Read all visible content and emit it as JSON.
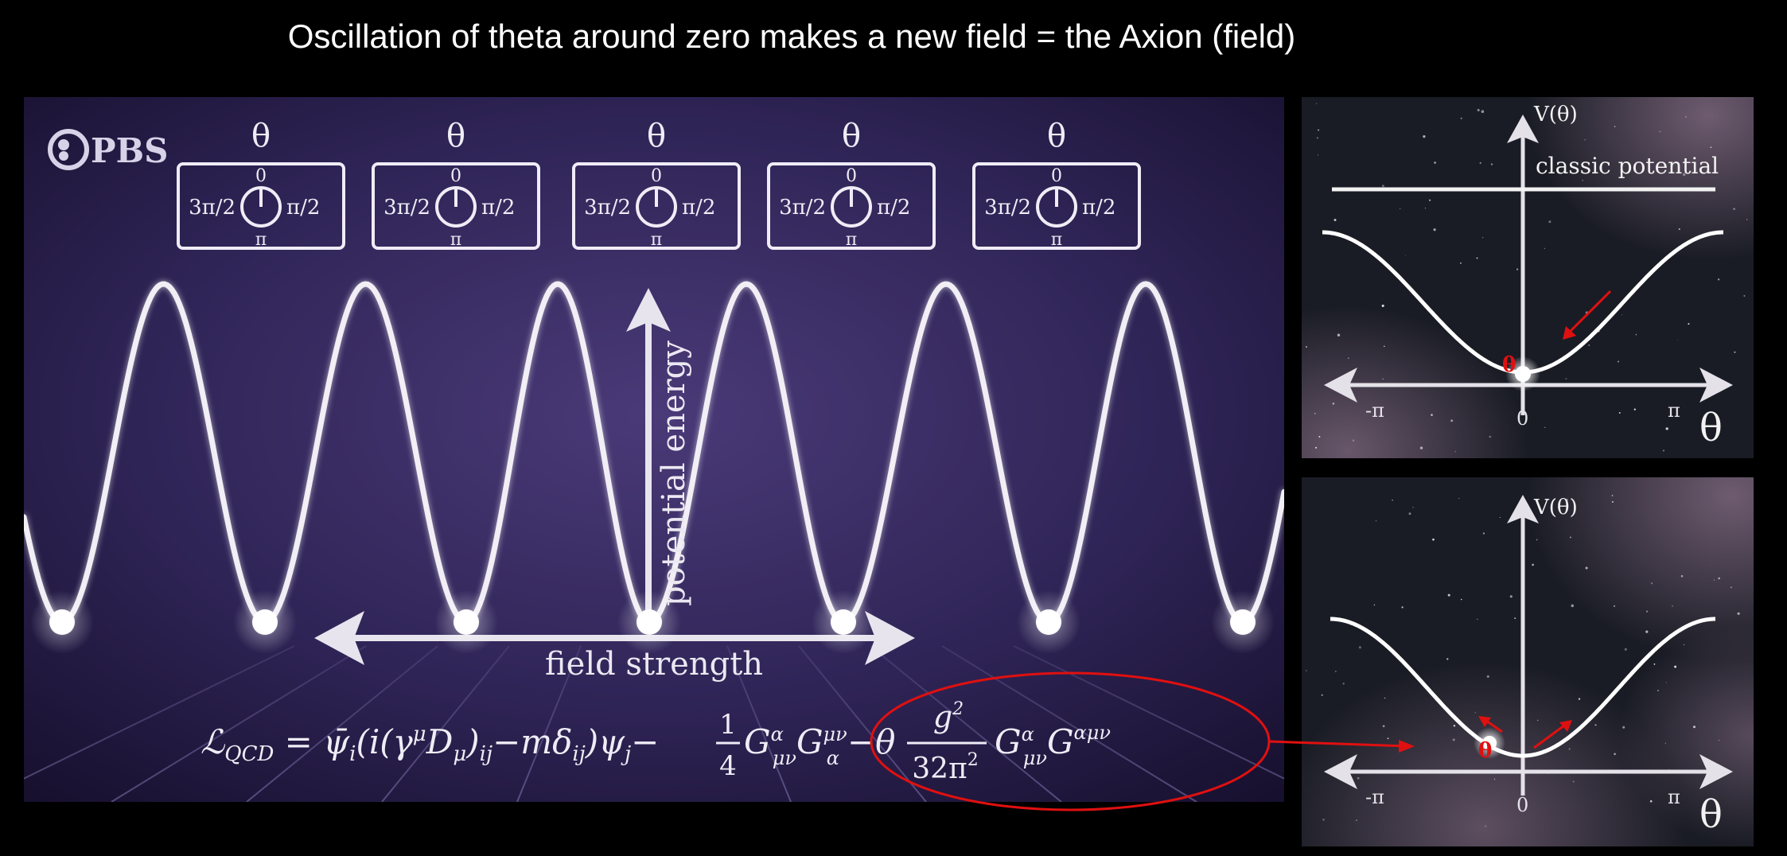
{
  "slide": {
    "title": "Oscillation of theta around zero makes a new field = the Axion (field)"
  },
  "main_panel": {
    "logo": "PBS",
    "dials": [
      {
        "symbol": "θ",
        "top": "0",
        "left": "3π/2",
        "right": "π/2",
        "bottom": "π"
      },
      {
        "symbol": "θ",
        "top": "0",
        "left": "3π/2",
        "right": "π/2",
        "bottom": "π"
      },
      {
        "symbol": "θ",
        "top": "0",
        "left": "3π/2",
        "right": "π/2",
        "bottom": "π"
      },
      {
        "symbol": "θ",
        "top": "0",
        "left": "3π/2",
        "right": "π/2",
        "bottom": "π"
      },
      {
        "symbol": "θ",
        "top": "0",
        "left": "3π/2",
        "right": "π/2",
        "bottom": "π"
      }
    ],
    "y_axis_label": "potential energy",
    "x_axis_label": "field strength",
    "equation": {
      "lhs": "ℒ",
      "lhs_sub": "QCD",
      "part1": " = ψ̄",
      "part1_sub": "i",
      "part2": "(i(γ",
      "part2_sup": "μ",
      "part3": "D",
      "part3_sub": "μ",
      "part4": ")",
      "part4_sub": "ij",
      "part5": "−mδ",
      "part5_sub": "ij",
      "part6": ")ψ",
      "part6_sub": "j",
      "part7": "−",
      "frac1_num": "1",
      "frac1_den": "4",
      "g1": "G",
      "g1_sup": "α",
      "g1_sub": "μν",
      "g2": "G",
      "g2_sup": "μν",
      "g2_sub": "α",
      "part8": "−θ",
      "frac2_num": "g",
      "frac2_num_sup": "2",
      "frac2_den": "32π",
      "frac2_den_sup": "2",
      "g3": "G",
      "g3_sup": "α",
      "g3_sub": "μν",
      "g4": "G",
      "g4_sup": "αμν"
    }
  },
  "panel_top": {
    "y_label": "V(θ)",
    "curve_label": "classic potential",
    "tick_left": "-π",
    "tick_center": "0",
    "tick_right": "π",
    "x_symbol": "θ",
    "marker": "θ"
  },
  "panel_bottom": {
    "y_label": "V(θ)",
    "tick_left": "-π",
    "tick_center": "0",
    "tick_right": "π",
    "x_symbol": "θ",
    "marker": "θ"
  },
  "colors": {
    "main_background": "#2e2352",
    "annotation_red": "#e01010",
    "line_white": "#f2eef5"
  }
}
